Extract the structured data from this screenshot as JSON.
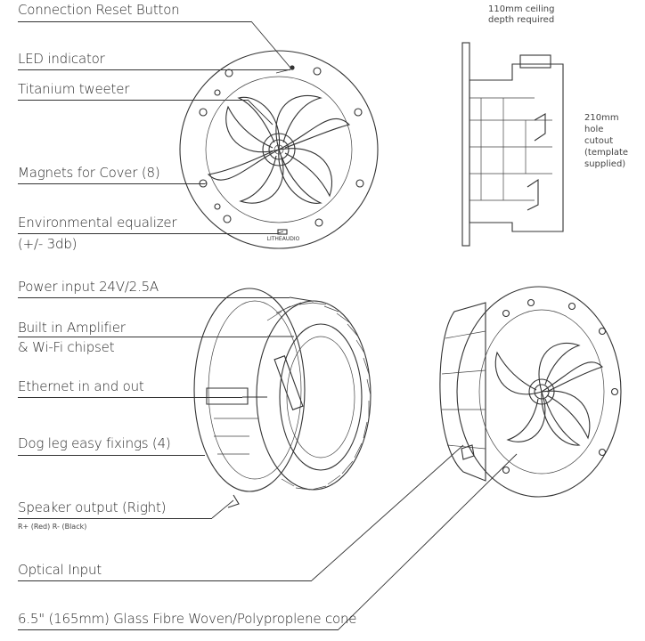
{
  "labels": {
    "reset": "Connection Reset Button",
    "led": "LED indicator",
    "tweeter": "Titanium tweeter",
    "magnets": "Magnets for Cover (8)",
    "eq_line1": "Environmental equalizer",
    "eq_line2": "(+/- 3db)",
    "power": "Power input 24V/2.5A",
    "amp_line1": "Built in Amplifier",
    "amp_line2": "& Wi-Fi chipset",
    "ethernet": "Ethernet in and out",
    "dogleg": "Dog leg easy fixings (4)",
    "speaker_out": "Speaker output (Right)",
    "speaker_polarity": "R+ (Red)   R- (Black)",
    "optical": "Optical Input",
    "cone": "6.5\" (165mm) Glass Fibre Woven/Polyproplene cone"
  },
  "notes": {
    "depth_line1": "110mm ceiling",
    "depth_line2": "depth required",
    "hole_line1": "210mm",
    "hole_line2": "hole",
    "hole_line3": "cutout",
    "hole_line4": "(template",
    "hole_line5": "supplied)"
  },
  "brand": {
    "name": "LITHEAUDIO"
  }
}
